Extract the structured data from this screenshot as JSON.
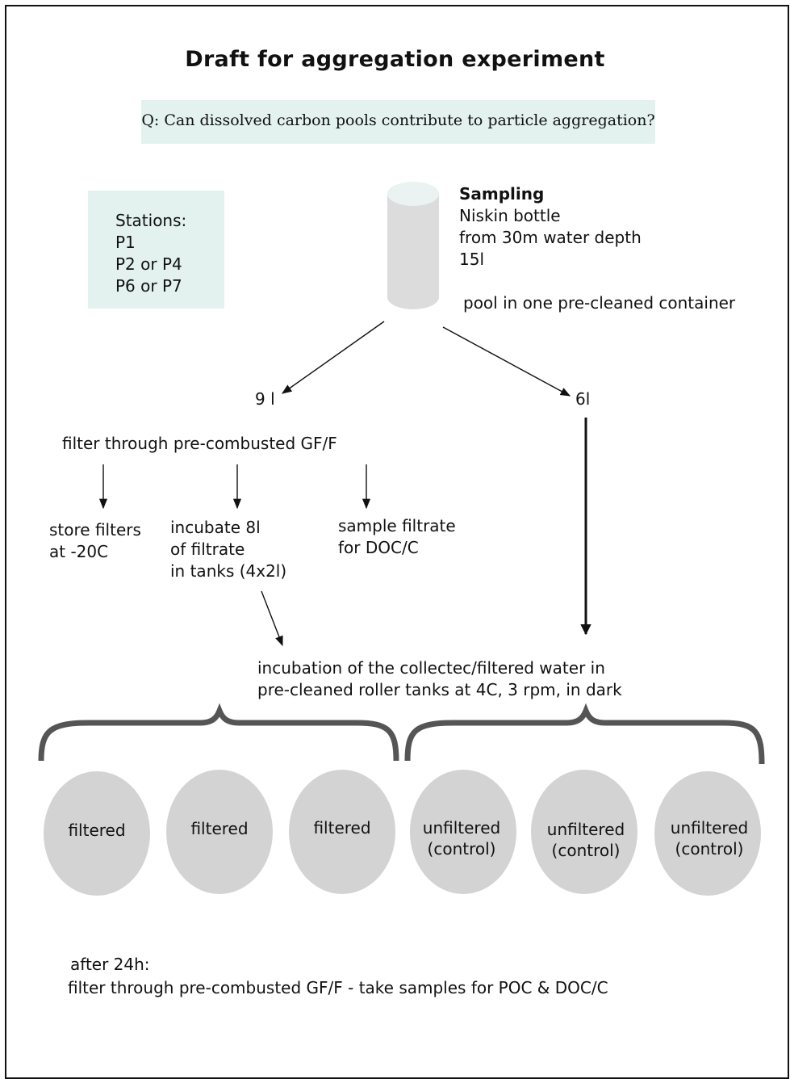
{
  "title": "Draft for aggregation experiment",
  "question": "Q: Can dissolved carbon pools contribute to particle aggregation?",
  "stations": {
    "heading": "Stations:",
    "items": [
      "P1",
      "P2 or P4",
      "P6 or P7"
    ]
  },
  "sampling": {
    "heading": "Sampling",
    "lines": [
      "Niskin bottle",
      "from 30m water depth",
      "15l"
    ],
    "pool_note": "pool in one pre-cleaned container"
  },
  "split": {
    "left_volume": "9 l",
    "right_volume": "6l"
  },
  "filter_step": "filter through pre-combusted GF/F",
  "branches": {
    "store": [
      "store filters",
      "at -20C"
    ],
    "incubate": [
      "incubate 8l",
      "of filtrate",
      "in tanks (4x2l)"
    ],
    "sample": [
      "sample filtrate",
      "for DOC/C"
    ]
  },
  "incubation": {
    "lines": [
      "incubation of the collectec/filtered water in",
      "pre-cleaned roller tanks at 4C, 3 rpm, in dark"
    ]
  },
  "tanks": {
    "filtered": [
      {
        "line1": "filtered"
      },
      {
        "line1": "filtered"
      },
      {
        "line1": "filtered"
      }
    ],
    "unfiltered": [
      {
        "line1": "unfiltered",
        "line2": "(control)"
      },
      {
        "line1": "unfiltered",
        "line2": "(control)"
      },
      {
        "line1": "unfiltered",
        "line2": "(control)"
      }
    ]
  },
  "after": {
    "line1": "after 24h:",
    "line2": "filter through pre-combusted GF/F - take samples for POC & DOC/C"
  },
  "colors": {
    "box_fill": "#e3f2ef",
    "tank_fill": "#d3d3d3",
    "brace": "#555555",
    "cylinder": "#dcdcdc",
    "cylinder_top": "#eaf3f1"
  }
}
